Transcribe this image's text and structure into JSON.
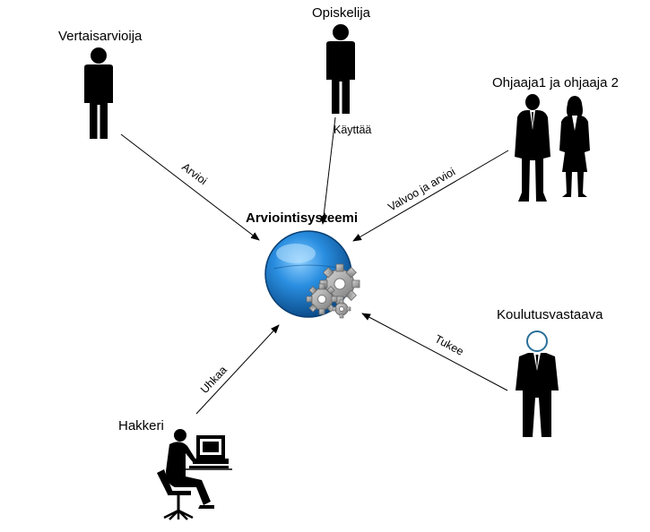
{
  "center": {
    "title": "Arviointisysteemi",
    "icon": "globe-gears-icon"
  },
  "actors": {
    "vertaisarvioija": {
      "label": "Vertaisarvioija",
      "icon": "person-silhouette-icon"
    },
    "opiskelija": {
      "label": "Opiskelija",
      "icon": "person-silhouette-icon"
    },
    "ohjaajat": {
      "label": "Ohjaaja1 ja ohjaaja 2",
      "icon": "business-couple-icon"
    },
    "koulutusvastaava": {
      "label": "Koulutusvastaava",
      "icon": "suited-person-outline-head-icon"
    },
    "hakkeri": {
      "label": "Hakkeri",
      "icon": "person-at-computer-icon"
    }
  },
  "edges": {
    "arvioi": "Arvioi",
    "kayttaa": "Käyttää",
    "valvoo": "Valvoo ja arvioi",
    "tukee": "Tukee",
    "uhkaa": "Uhkaa"
  },
  "colors": {
    "globe": "#1e7fd0",
    "globe_dark": "#0d4f8f",
    "gear": "#9a9a9a",
    "ink": "#000000",
    "head_outline": "#2a6f98"
  }
}
